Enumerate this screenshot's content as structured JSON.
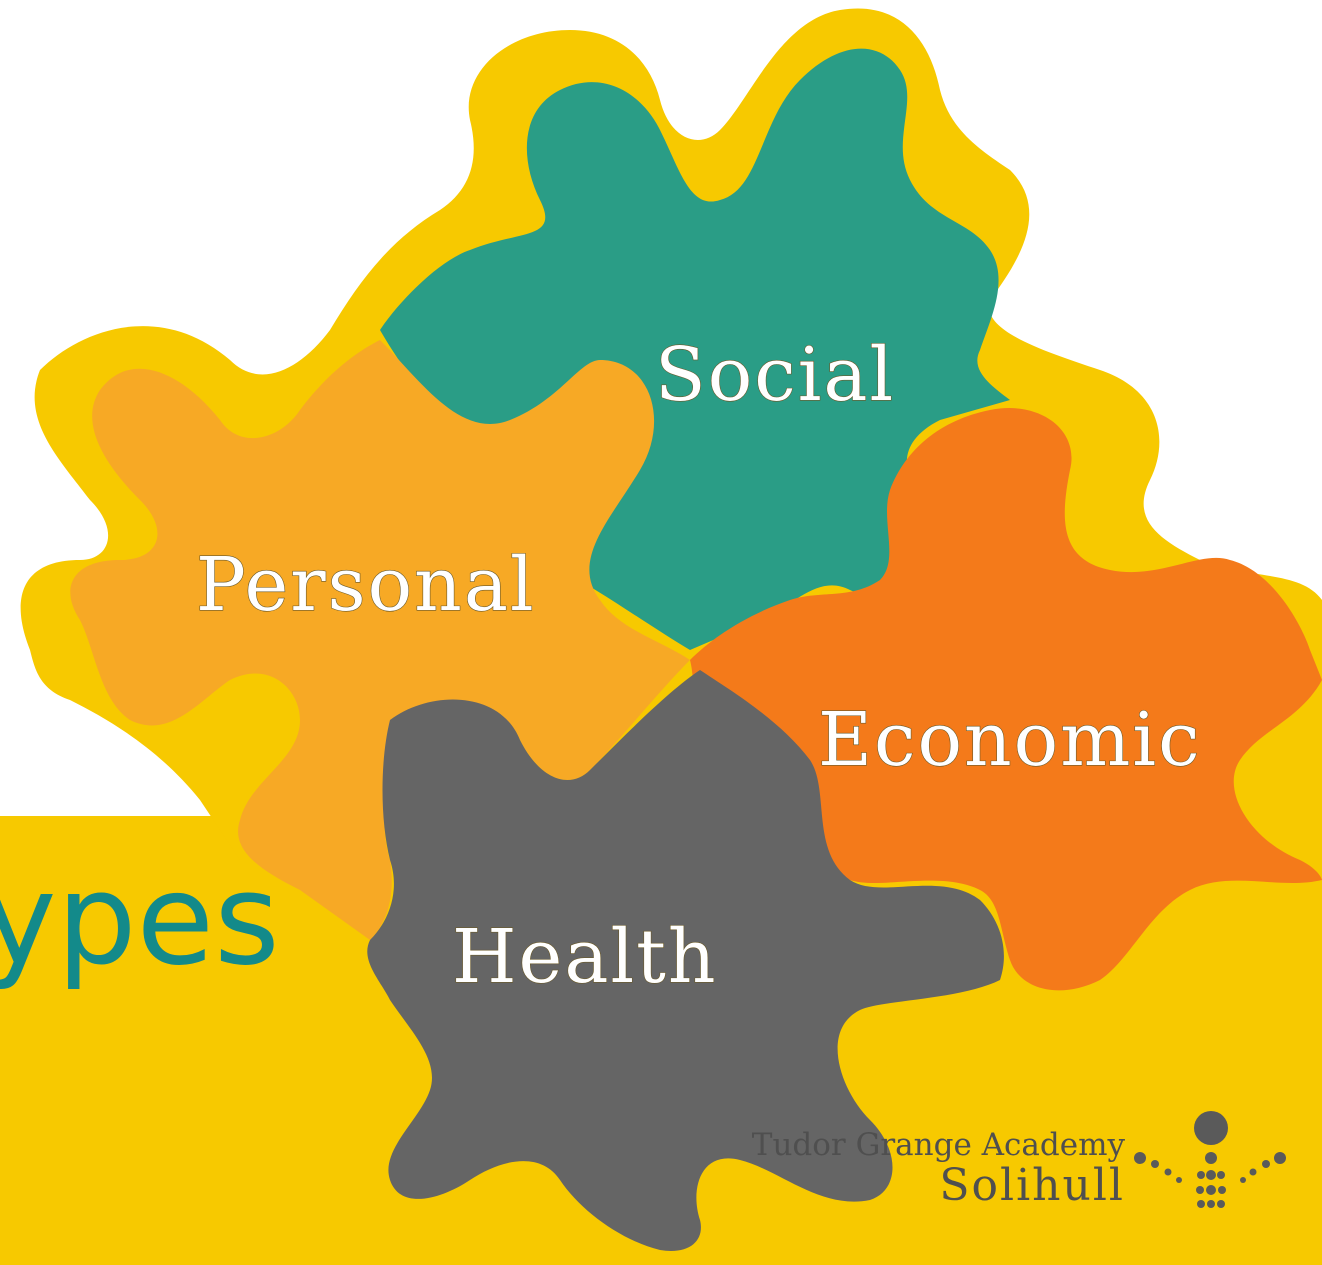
{
  "slide": {
    "title_fragment": "ypes",
    "colors": {
      "background": "#ffffff",
      "yellow": "#f7c900",
      "personal": "#f7a925",
      "social": "#2a9d86",
      "economic": "#f47a1a",
      "health": "#656565",
      "title_text": "#138a8a"
    }
  },
  "puzzle": {
    "pieces": [
      {
        "label": "Social",
        "color": "#2a9d86"
      },
      {
        "label": "Personal",
        "color": "#f7a925"
      },
      {
        "label": "Economic",
        "color": "#f47a1a"
      },
      {
        "label": "Health",
        "color": "#656565"
      }
    ]
  },
  "logo": {
    "line1": "Tudor Grange Academy",
    "line2": "Solihull",
    "icon": "dot-fountain-icon"
  }
}
